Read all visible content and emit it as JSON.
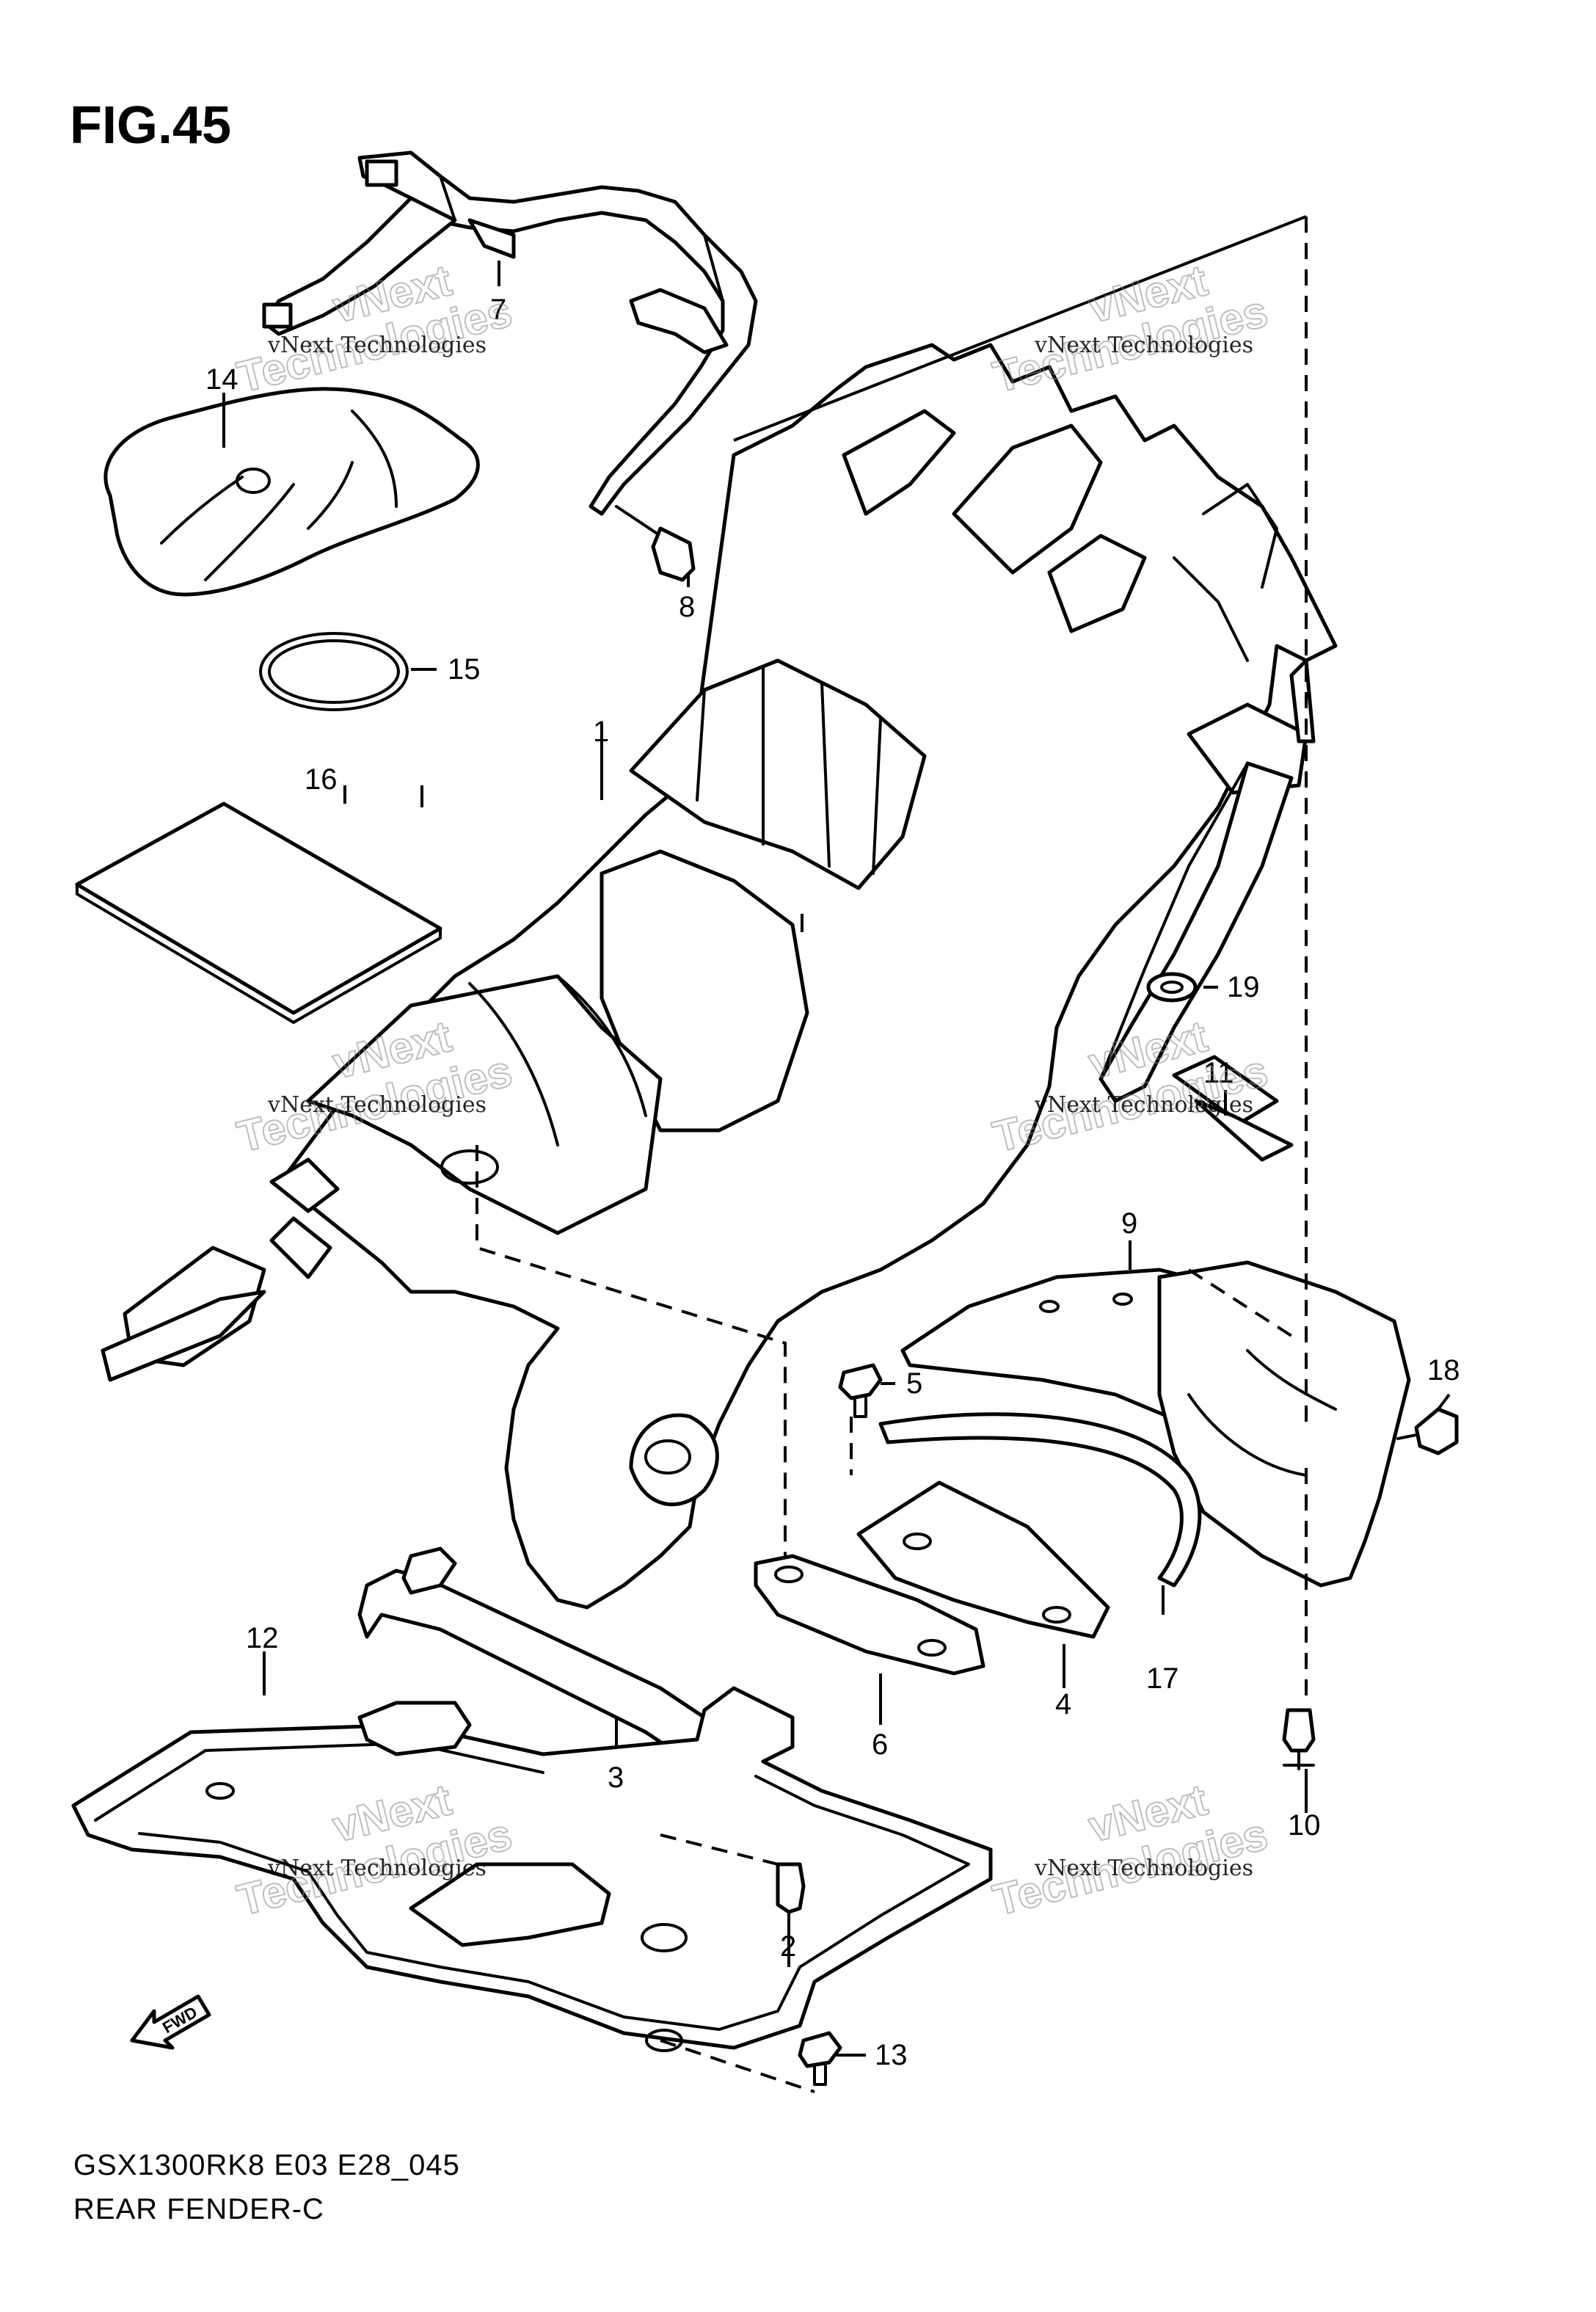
{
  "figure": {
    "title": "FIG.45",
    "code": "GSX1300RK8 E03 E28_045",
    "name": "REAR FENDER-C"
  },
  "callouts": {
    "p1": "1",
    "p2": "2",
    "p3": "3",
    "p4": "4",
    "p5": "5",
    "p6": "6",
    "p7": "7",
    "p8": "8",
    "p9": "9",
    "p10": "10",
    "p11": "11",
    "p12": "12",
    "p13": "13",
    "p14": "14",
    "p15": "15",
    "p16": "16",
    "p17": "17",
    "p18": "18",
    "p19": "19"
  },
  "watermark": {
    "line1": "vNext Technologies",
    "line2": "Technologies",
    "line3": "vNext"
  },
  "fwd_label": "FWD"
}
